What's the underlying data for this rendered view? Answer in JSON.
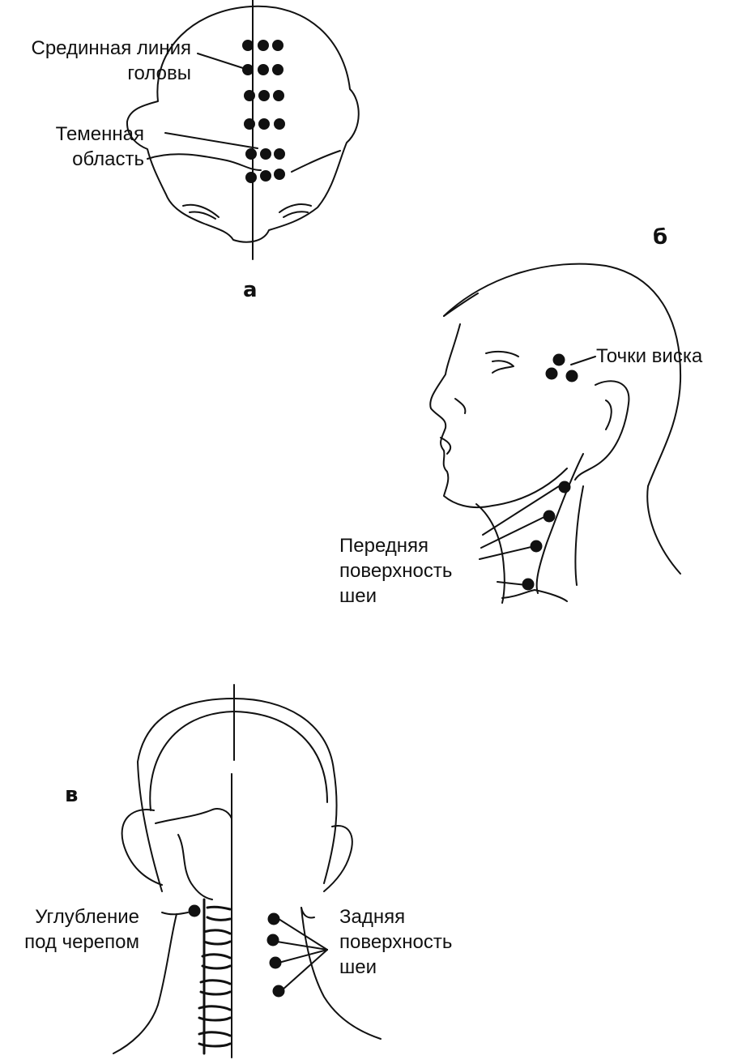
{
  "panels": {
    "a": {
      "letter": "а",
      "midline_label": "Срединная линия\nголовы",
      "parietal_label": "Теменная\nобласть"
    },
    "b": {
      "letter": "б",
      "temple_label": "Точки виска",
      "front_neck_label": "Передняя\nповерхность\nшеи"
    },
    "v": {
      "letter": "в",
      "hollow_label": "Углубление\nпод черепом",
      "back_neck_label": "Задняя\nповерхность\nшеи"
    }
  },
  "colors": {
    "ink": "#111111",
    "background": "#ffffff"
  }
}
